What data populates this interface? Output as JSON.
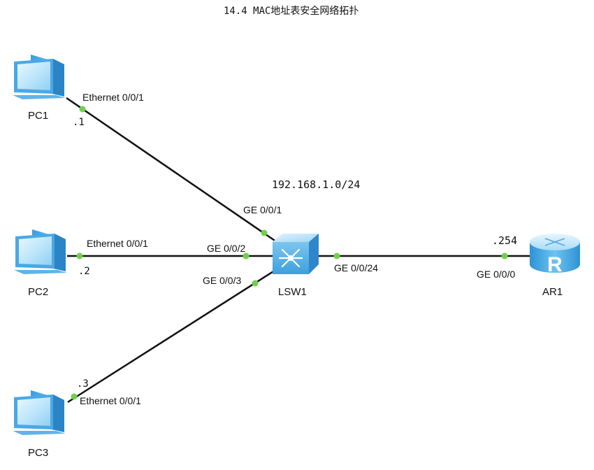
{
  "title": "14.4 MAC地址表安全网络拓扑",
  "network": "192.168.1.0/24",
  "devices": {
    "pc1": {
      "name": "PC1",
      "port": "Ethernet 0/0/1",
      "host": ".1"
    },
    "pc2": {
      "name": "PC2",
      "port": "Ethernet 0/0/1",
      "host": ".2"
    },
    "pc3": {
      "name": "PC3",
      "port": "Ethernet 0/0/1",
      "host": ".3"
    },
    "lsw1": {
      "name": "LSW1",
      "ports": [
        "GE 0/0/1",
        "GE 0/0/2",
        "GE 0/0/3",
        "GE 0/0/24"
      ]
    },
    "ar1": {
      "name": "AR1",
      "port": "GE 0/0/0",
      "host": ".254"
    }
  },
  "icons": {
    "pc": "desktop-computer-icon",
    "switch": "layer3-switch-icon",
    "router": "router-icon"
  },
  "colors": {
    "link": "#111111",
    "port_dot": "#6fd14a",
    "device_blue": "#5fb9ee",
    "device_dark": "#2f86c8"
  }
}
